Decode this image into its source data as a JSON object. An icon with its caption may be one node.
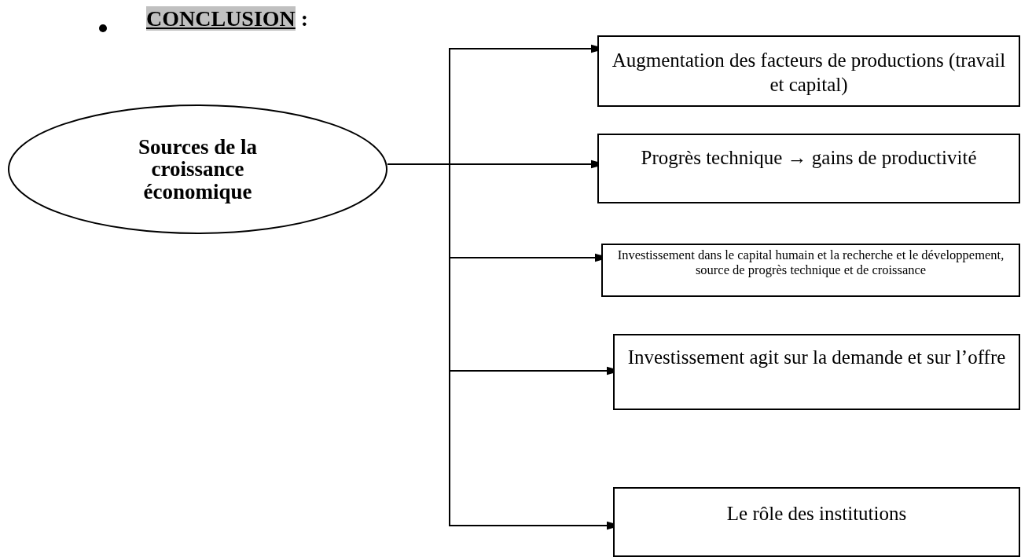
{
  "diagram": {
    "title": "CONCLUSION :",
    "nodes": [
      {
        "text": [
          "Sources de la croissance économique"
        ]
      },
      {
        "text": [
          "Augmentation des facteurs de productions (travail et capital)"
        ]
      },
      {
        "text": [
          "Progrès technique → gains de productivité"
        ]
      },
      {
        "text": [
          "Investissement dans le capital humain et la recherche et le développement, source de progrès technique et de croissance"
        ]
      },
      {
        "text": [
          "Investissement agit sur la demande et sur l’offre"
        ]
      },
      {
        "text": [
          "Le rôle des institutions"
        ]
      }
    ],
    "edges": [
      {
        "from": 0,
        "to": 1,
        "arrow": "to"
      },
      {
        "from": 0,
        "to": 2,
        "arrow": "to"
      },
      {
        "from": 0,
        "to": 3,
        "arrow": "to"
      },
      {
        "from": 0,
        "to": 4,
        "arrow": "to"
      },
      {
        "from": 0,
        "to": 5,
        "arrow": "to"
      }
    ]
  }
}
